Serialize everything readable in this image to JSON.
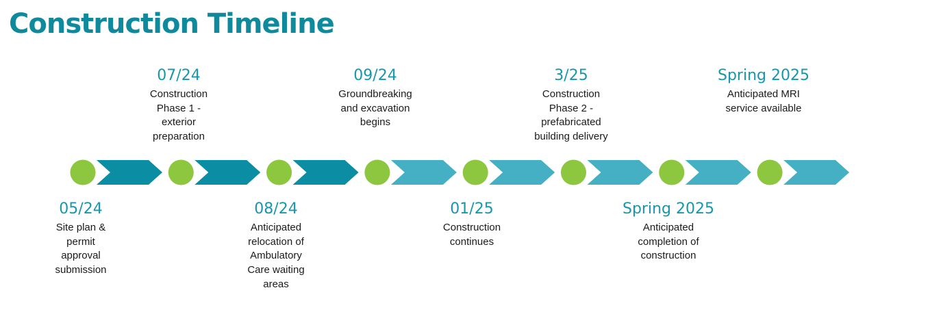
{
  "title": "Construction Timeline",
  "colors": {
    "title": "#0e8a9c",
    "date": "#1896ab",
    "node": "#8dc63f",
    "chevron_dark": "#0b8da3",
    "chevron_light": "#45b0c4",
    "text": "#1a1a1a"
  },
  "milestones_top": [
    {
      "date": "07/24",
      "desc": "Construction Phase 1 - exterior preparation"
    },
    {
      "date": "09/24",
      "desc": "Groundbreaking and excavation begins"
    },
    {
      "date": "3/25",
      "desc": "Construction Phase 2 - prefabricated building delivery"
    },
    {
      "date": "Spring 2025",
      "desc": "Anticipated MRI service available"
    }
  ],
  "milestones_bottom": [
    {
      "date": "05/24",
      "desc": "Site plan & permit approval submission"
    },
    {
      "date": "08/24",
      "desc": "Anticipated relocation of Ambulatory Care waiting areas"
    },
    {
      "date": "01/25",
      "desc": "Construction continues"
    },
    {
      "date": "Spring 2025",
      "desc": "Anticipated completion of construction"
    }
  ],
  "track": {
    "node_count": 8,
    "chevron_count": 8,
    "chevron_styles": [
      "dark",
      "dark",
      "dark",
      "light",
      "light",
      "light",
      "light",
      "light"
    ]
  }
}
